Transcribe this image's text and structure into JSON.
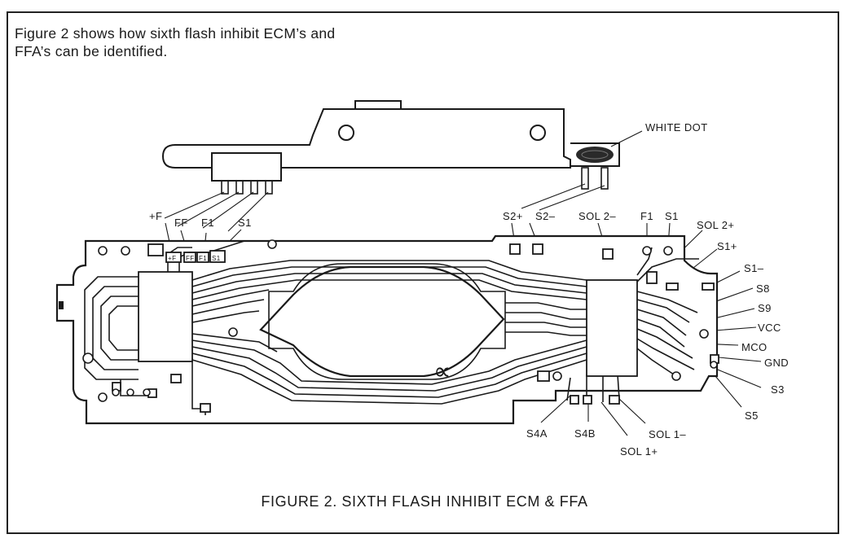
{
  "intro": {
    "line1": "Figure 2 shows how sixth flash inhibit ECM’s and",
    "line2": "FFA’s can be identified."
  },
  "labels": {
    "white_dot": "WHITE DOT",
    "plus_f": "+F",
    "ff": "FF",
    "f1_left": "F1",
    "s1_left": "S1",
    "s2_plus": "S2+",
    "s2_minus": "S2–",
    "sol2_minus": "SOL 2–",
    "f1_right": "F1",
    "s1_right": "S1",
    "sol2_plus": "SOL 2+",
    "s1_plus": "S1+",
    "s1_minus": "S1–",
    "s8": "S8",
    "s9": "S9",
    "vcc": "VCC",
    "mco": "MCO",
    "gnd": "GND",
    "s3": "S3",
    "s5": "S5",
    "s4a": "S4A",
    "s4b": "S4B",
    "sol1_plus": "SOL 1+",
    "sol1_minus": "SOL 1–",
    "alpha": "∝"
  },
  "pad_labels": {
    "plus_f": "+F",
    "ff": "FF",
    "f1": "F1",
    "s1": "S1"
  },
  "caption": "FIGURE 2.  SIXTH FLASH INHIBIT ECM & FFA"
}
